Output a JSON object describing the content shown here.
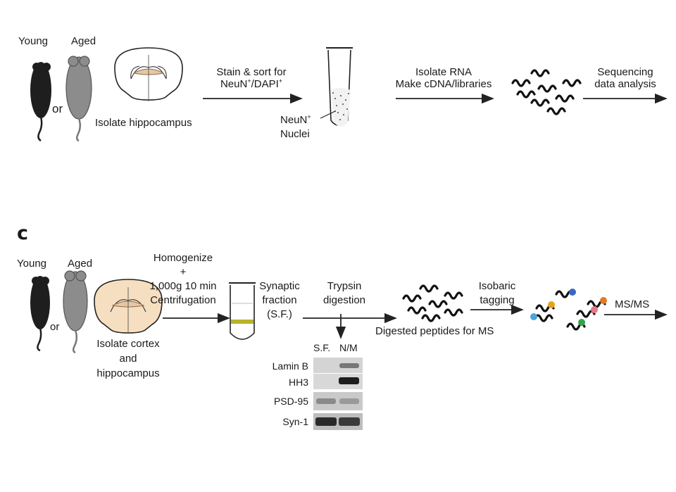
{
  "panel_b": {
    "young_label": "Young",
    "aged_label": "Aged",
    "or_label": "or",
    "isolate_label": "Isolate hippocampus",
    "stain_line1": "Stain & sort for",
    "stain_line2_a": "NeuN",
    "stain_line2_b": "/DAPI",
    "sup_plus": "+",
    "nuclei_line1": "NeuN",
    "nuclei_line2": "Nuclei",
    "rna_line1": "Isolate RNA",
    "rna_line2": "Make cDNA/libraries",
    "seq_line1": "Sequencing",
    "seq_line2": "data analysis"
  },
  "panel_c": {
    "letter": "c",
    "young_label": "Young",
    "aged_label": "Aged",
    "or_label": "or",
    "isolate_line1": "Isolate cortex",
    "isolate_line2": "and",
    "isolate_line3": "hippocampus",
    "homog_line1": "Homogenize",
    "homog_line2": "+",
    "homog_line3": "1,000g  10 min",
    "homog_line4": "Centrifugation",
    "sf_line1": "Synaptic",
    "sf_line2": "fraction",
    "sf_line3": "(S.F.)",
    "trypsin_line1": "Trypsin",
    "trypsin_line2": "digestion",
    "digested_label": "Digested peptides for MS",
    "iso_line1": "Isobaric",
    "iso_line2": "tagging",
    "msms_label": "MS/MS",
    "blot_col1": "S.F.",
    "blot_col2": "N/M",
    "blot_rows": [
      "Lamin B",
      "HH3",
      "PSD-95",
      "Syn-1"
    ]
  },
  "colors": {
    "mouse_young": "#1e1e1e",
    "mouse_aged": "#8c8c8c",
    "brain_fill": "#f6dfc0",
    "hippo_fill": "#e7c7a3",
    "band": "#b9b32a",
    "tag_colors": [
      "#e6a21a",
      "#3a67c8",
      "#2fa44d",
      "#e8788a",
      "#4aa6d8",
      "#e07a2a"
    ]
  }
}
